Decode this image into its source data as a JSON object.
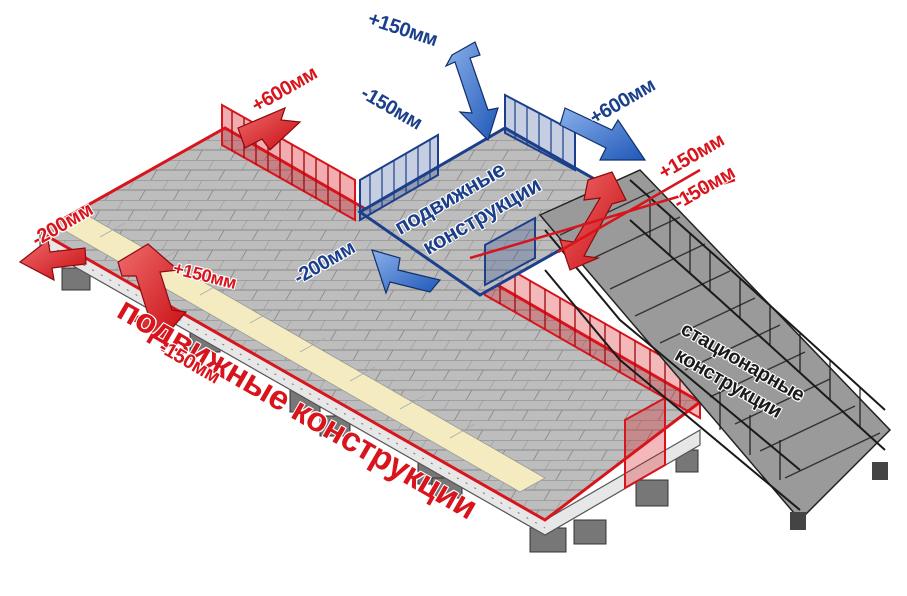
{
  "labels": {
    "movable_red": "подвижные конструкции",
    "movable_blue_line1": "подвижные",
    "movable_blue_line2": "конструкции",
    "stationary_line1": "стационарные",
    "stationary_line2": "конструкции",
    "blue_up": "+150мм",
    "blue_down": "-150мм",
    "blue_right": "+600мм",
    "blue_left": "-200мм",
    "red_top": "+600мм",
    "red_left": "-200мм",
    "red_up_left": "+150мм",
    "red_down_left": "-150мм",
    "red_up_right": "+150мм",
    "red_down_right": "-150мм"
  },
  "colors": {
    "red": "#d8141c",
    "blue": "#1c3f8c",
    "platform_gray": "#b9b9b9",
    "tactile_yellow": "#f4ecc0",
    "dark": "#1a1a1a"
  }
}
